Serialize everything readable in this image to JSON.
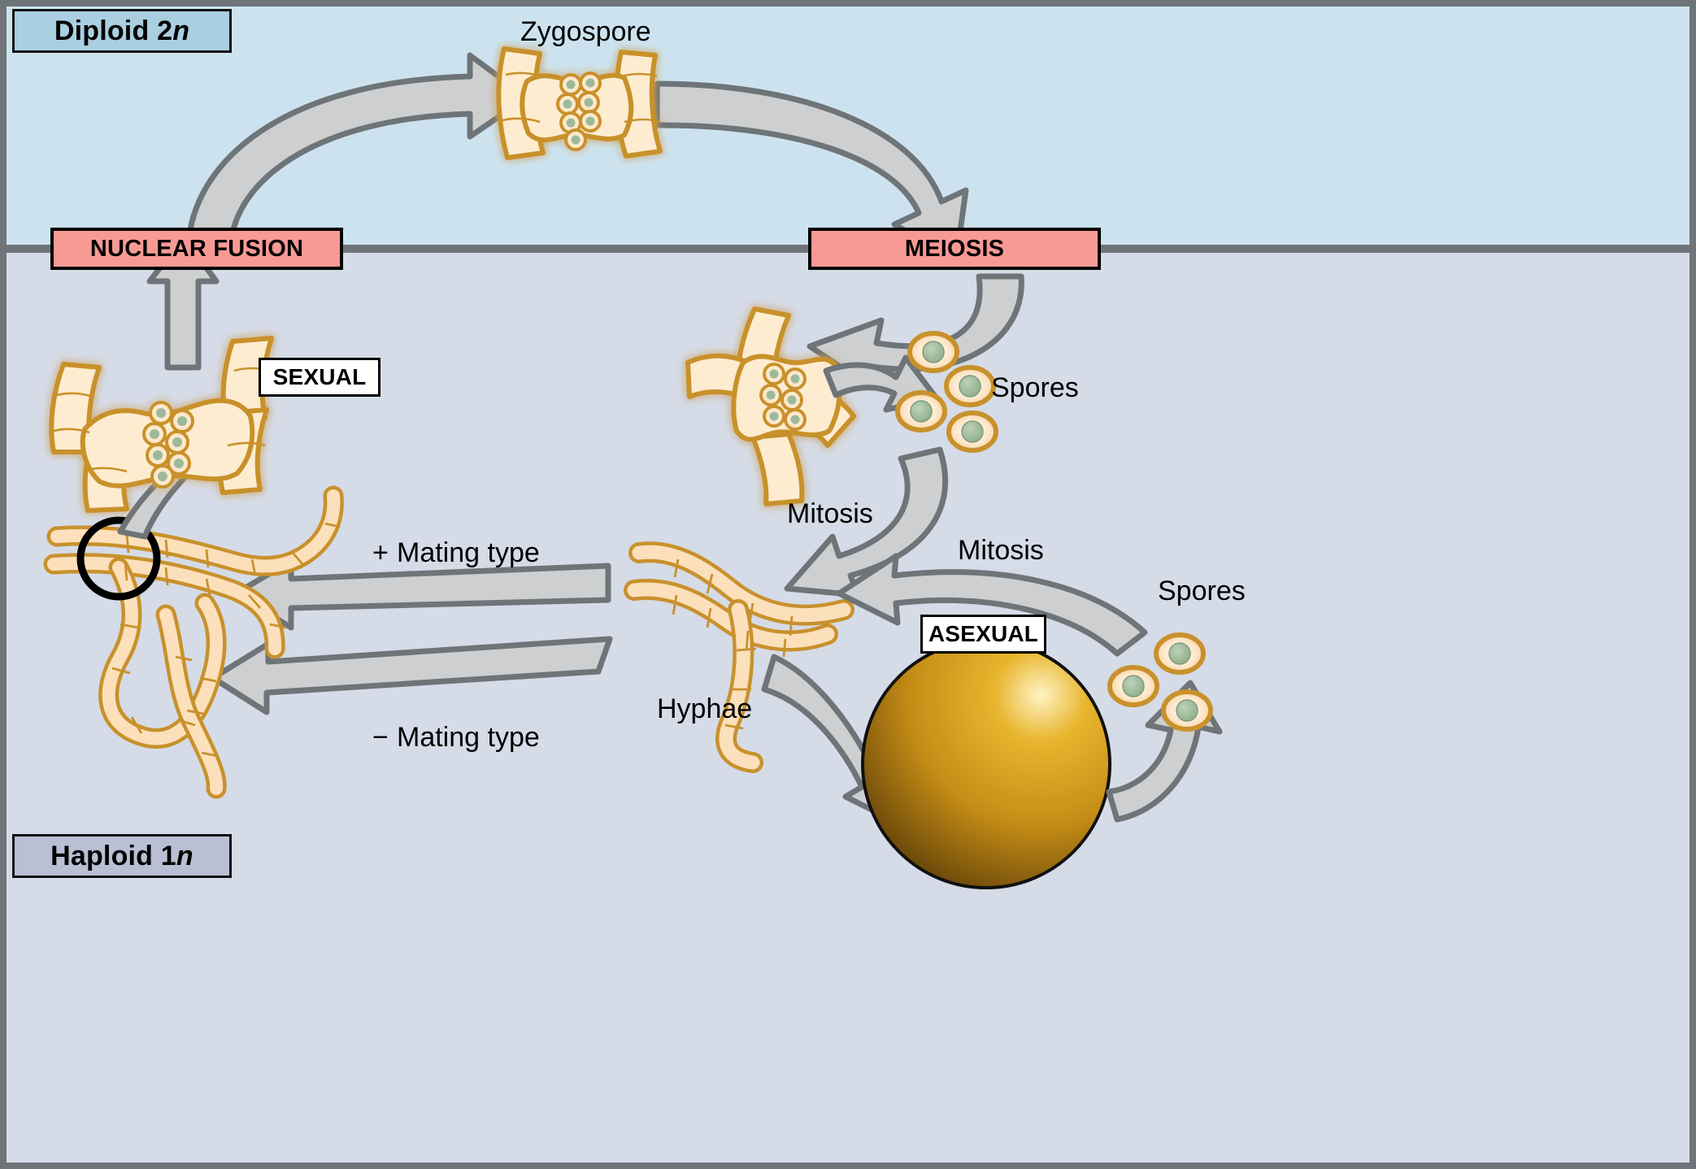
{
  "diagram": {
    "title": "Fungal life cycle (Zygomycete)",
    "zones": {
      "diploid": {
        "label": "Diploid 2",
        "italic": "n",
        "color": "#cce3ef",
        "box_color": "#a9cfe0"
      },
      "haploid": {
        "label": "Haploid 1",
        "italic": "n",
        "color": "#d5dbe7",
        "box_color": "#b9c0d3"
      }
    },
    "process_boxes": [
      {
        "name": "nuclear-fusion",
        "label": "NUCLEAR FUSION",
        "color": "#f79a94"
      },
      {
        "name": "meiosis",
        "label": "MEIOSIS",
        "color": "#f79a94"
      }
    ],
    "mode_boxes": [
      {
        "name": "sexual",
        "label": "SEXUAL",
        "color": "#ffffff"
      },
      {
        "name": "asexual",
        "label": "ASEXUAL",
        "color": "#ffffff"
      }
    ],
    "labels": {
      "zygospore": "Zygospore",
      "spores_meiotic": "Spores",
      "spores_asexual": "Spores",
      "mitosis_sexual": "Mitosis",
      "mitosis_asexual": "Mitosis",
      "hyphae": "Hyphae",
      "mating_plus_sign": "+",
      "mating_plus": "Mating type",
      "mating_minus_sign": "−",
      "mating_minus": "Mating type"
    },
    "colors": {
      "frame": "#6e7478",
      "arrow_fill": "#cdcfd0",
      "arrow_stroke": "#6e7478",
      "hypha_fill": "#fdecd0",
      "hypha_stroke": "#c8912c",
      "hypha_light_fill": "#fce0bb",
      "spore_outline": "#c8912c",
      "spore_nucleus": "#9cba9a",
      "photo_gold": "#d9a41f",
      "highlight_circle": "#000000"
    }
  }
}
